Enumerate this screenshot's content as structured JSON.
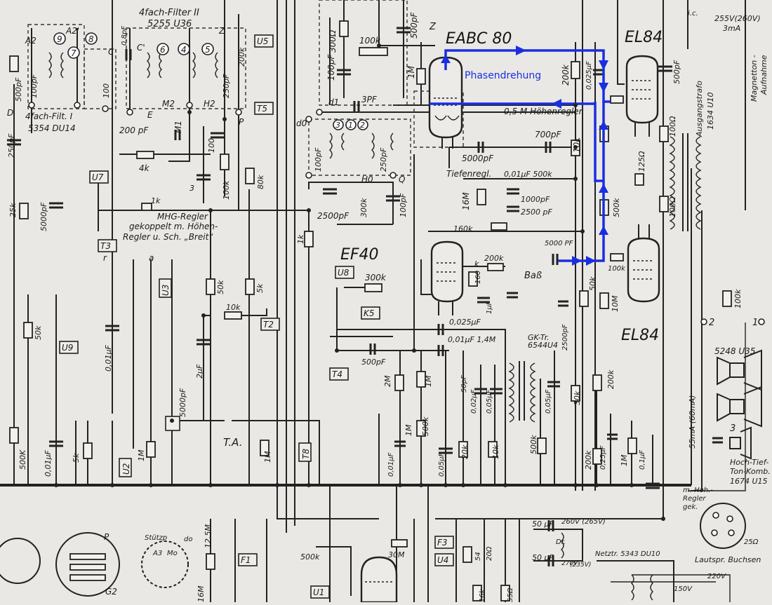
{
  "annotation": {
    "text": "Phasendrehung",
    "color": "#1a2ee0"
  },
  "tubes": {
    "eabc80": "EABC 80",
    "el84_top": "EL84",
    "el84_bottom": "EL84",
    "ef40": "EF40"
  },
  "filters": {
    "filter2_line1": "4fach-Filter II",
    "filter2_line2": "5255 U36",
    "filter1_line1": "4fach-Filt. I",
    "filter1_line2": "5354 DU14",
    "circle_nums": [
      "9",
      "7",
      "8",
      "6",
      "4",
      "5",
      "3",
      "1",
      "2"
    ]
  },
  "controls": {
    "hoehenregler": "0,5 M Höhenregler",
    "tiefenregler": "Tiefenregl.",
    "mhg_line1": "MHG-Regler",
    "mhg_line2": "gekoppelt m. Höhen-",
    "mhg_line3": "Regler u. Sch. „Breit“",
    "bass": "Baß",
    "ta": "T.A.",
    "gk_line1": "GK-Tr.",
    "gk_line2": "6544U4"
  },
  "switches": {
    "u5": "U5",
    "t5": "T5",
    "u7": "U7",
    "t3": "T3",
    "u3": "U3",
    "t2": "T2",
    "u8": "U8",
    "k5": "K5",
    "t4": "T4",
    "u9": "U9",
    "u2": "U2",
    "t8": "T8",
    "f1": "F1",
    "f3": "F3",
    "u4": "U4",
    "u1": "U1"
  },
  "output": {
    "trafo_line1": "Ausgangstrafo",
    "trafo_line2": "1634 U10",
    "magnetton_line1": "Magnetton -",
    "magnetton_line2": "Aufnahme",
    "speaker1": "5248 U35",
    "speaker2_line1": "Hoch-Tief-",
    "speaker2_line2": "Ton-Komb.",
    "speaker2_line3": "1674 U15",
    "current": "55mA (60mA)",
    "hoh_line1": "m. Hoh.-",
    "hoh_line2": "Regler",
    "hoh_line3": "gek.",
    "lautspr": "Lautspr. Buchsen",
    "term1": "1",
    "term2": "2",
    "term3": "3",
    "r25": "25Ω"
  },
  "power": {
    "top_right_v": "255V(260V)",
    "top_right_ma": "3mA",
    "ic": "i.c.",
    "netztr": "Netztr. 5343 DU10",
    "v260": "260V (265V)",
    "v270": "270V",
    "v235": "(235V)",
    "v220": "220V",
    "v150": "150V",
    "dr": "Dr."
  },
  "values": {
    "v100k": "100k",
    "v500pF": "500pF",
    "v300": "300Ω",
    "v100pF": "100pF",
    "z": "Z",
    "v1M": "1M",
    "v200k": "200k",
    "v0025": "0,025μF",
    "v3pF": "3PF",
    "v500pF_b": "500pF",
    "v100": "100Ω",
    "v700pF": "700pF",
    "v5000pF": "5000pF",
    "v10k": "10k",
    "v001_500k": "0,01μF 500k",
    "v1000pF": "1000pF",
    "v2500pF": "2500 pF",
    "v16M": "16M",
    "v500k": "500k",
    "v125": "125Ω",
    "v100b": "100Ω",
    "v160k": "160k",
    "v5000_2": "5000 PF",
    "v100k_b": "100k",
    "v200k_b": "200k",
    "v160": "160",
    "v1uF": "1μF",
    "v50k": "50k",
    "v10M": "10M",
    "v100k_c": "100k",
    "v300k": "300k",
    "v0025_b": "0,025μF",
    "v001_14M": "0,01μF 1,4M",
    "v2500pF_b": "2500pF",
    "v500pF_c": "500pF",
    "v2M": "2M",
    "v1M_b": "1M",
    "v50pF": "50pF",
    "v002": "0,02μF",
    "v005": "0,05μF",
    "v005_b": "0,05μF",
    "v30k": "30k",
    "v200k_c": "200k",
    "v500k_b": "500k",
    "v200k_d": "200k",
    "v025": "0,25μF",
    "v1M_c": "1M",
    "v01": "0,1μF",
    "v20k": "20k",
    "v10k_b": "10k",
    "v1M_d": "1M",
    "v500k_c": "500k",
    "v001_b": "0,01μF",
    "v005_c": "0,05μF",
    "v200pF": "200 pF",
    "v4k": "4k",
    "v1k": "1k",
    "v100_2": "100",
    "v3": "3",
    "v100k_d": "100k",
    "v80k": "80k",
    "v200k_e": "200k",
    "v2500pF_c": "2500pF",
    "v300k_b": "300k",
    "v100pF_b": "100pF",
    "v1k_b": "1k",
    "v50k_b": "50k",
    "v5k": "5k",
    "v10k_c": "10k",
    "v2uF": "2μF",
    "v5000pF_b": "5000pF",
    "v1M_e": "1M",
    "v001_c": "0,01μF",
    "v25k": "25k",
    "v5000pF_c": "5000pF",
    "v50k_c": "50k",
    "v001_d": "0,01μF",
    "v500K": "500K",
    "v5k_b": "5k",
    "v1M_f": "1M",
    "v500k_d": "500k",
    "v30M": "30M",
    "v54": "54",
    "v20": "20Ω",
    "v16k": "16k",
    "v55": "55Ω",
    "v50uF": "50 μF",
    "v50uF_b": "50 μF",
    "v125M": "12,5M",
    "v16M_b": "16M",
    "v500pF_d": "500pF",
    "v250pF": "250pF",
    "v100pF_c": "100pF",
    "v250pF_b": "250pF",
    "v100_c": "100",
    "v80pF": "0,8pF",
    "v250pF_c": "250pF",
    "v100pF_d": "100pF"
  },
  "pins": {
    "a2": "A2",
    "a2p": "A2'",
    "c": "C",
    "cp": "C'",
    "d": "D",
    "e": "E",
    "m2": "M2",
    "m1": "M1",
    "h2": "H2",
    "p": "P",
    "h0": "H0",
    "q": "Q",
    "d1": "d1",
    "d0": "d0",
    "a": "a",
    "r": "r",
    "g2": "G2",
    "stuetzp": "Stützp",
    "a3": "A3",
    "mo": "Mo",
    "do": "do",
    "z": "Z",
    "k": "k",
    "p2": "P"
  }
}
